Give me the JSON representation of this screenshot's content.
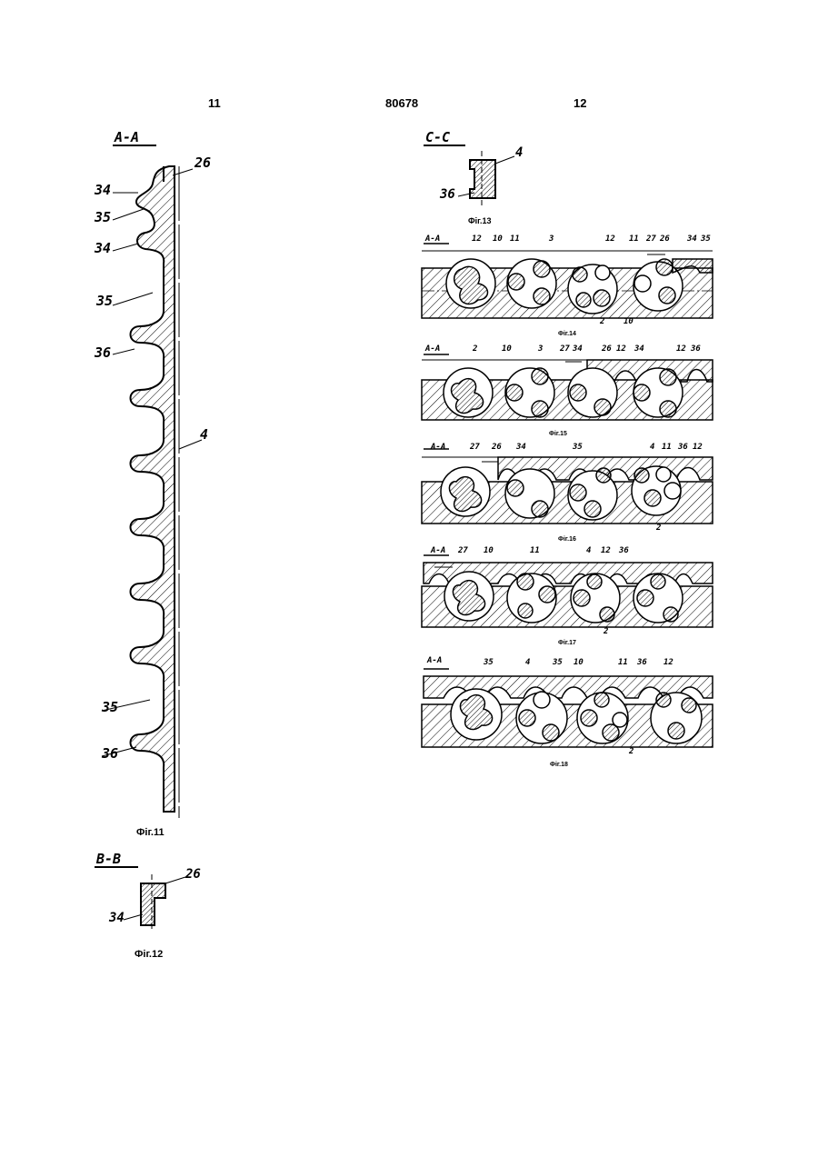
{
  "header": {
    "left": "11",
    "center": "80678",
    "right": "12"
  },
  "figures": {
    "fig11": {
      "caption": "Фіг.11",
      "section": "A-A",
      "labels": {
        "l26": "26",
        "l34a": "34",
        "l35a": "35",
        "l34b": "34",
        "l35b": "35",
        "l36a": "36",
        "l4": "4",
        "l35c": "35",
        "l36b": "36"
      }
    },
    "fig12": {
      "caption": "Фіг.12",
      "section": "B-B",
      "labels": {
        "l26": "26",
        "l34": "34"
      }
    },
    "fig13": {
      "caption": "Фіг.13",
      "section": "C-C",
      "labels": {
        "l4": "4",
        "l36": "36"
      }
    },
    "fig14": {
      "caption": "Фіг.14",
      "section": "A-A",
      "labels": {
        "a": "12",
        "b": "10",
        "c": "11",
        "d": "3",
        "e": "12",
        "f": "11",
        "g": "27",
        "h": "26",
        "i": "34",
        "j": "35",
        "k": "2",
        "m": "10"
      }
    },
    "fig15": {
      "caption": "Фіг.15",
      "section": "A-A",
      "labels": {
        "a": "2",
        "b": "10",
        "c": "3",
        "d": "27",
        "e": "34",
        "f": "26",
        "g": "12",
        "h": "34",
        "i": "12",
        "j": "36"
      }
    },
    "fig16": {
      "caption": "Фіг.16",
      "section": "A-A",
      "labels": {
        "a": "27",
        "b": "26",
        "c": "34",
        "d": "35",
        "e": "4",
        "f": "11",
        "g": "36",
        "h": "12",
        "i": "2"
      }
    },
    "fig17": {
      "caption": "Фіг.17",
      "section": "A-A",
      "labels": {
        "a": "27",
        "b": "10",
        "c": "11",
        "d": "4",
        "e": "12",
        "f": "36",
        "g": "2"
      }
    },
    "fig18": {
      "caption": "Фіг.18",
      "section": "A-A",
      "labels": {
        "a": "35",
        "b": "4",
        "c": "35",
        "d": "10",
        "e": "11",
        "f": "36",
        "g": "12",
        "h": "2"
      }
    }
  }
}
